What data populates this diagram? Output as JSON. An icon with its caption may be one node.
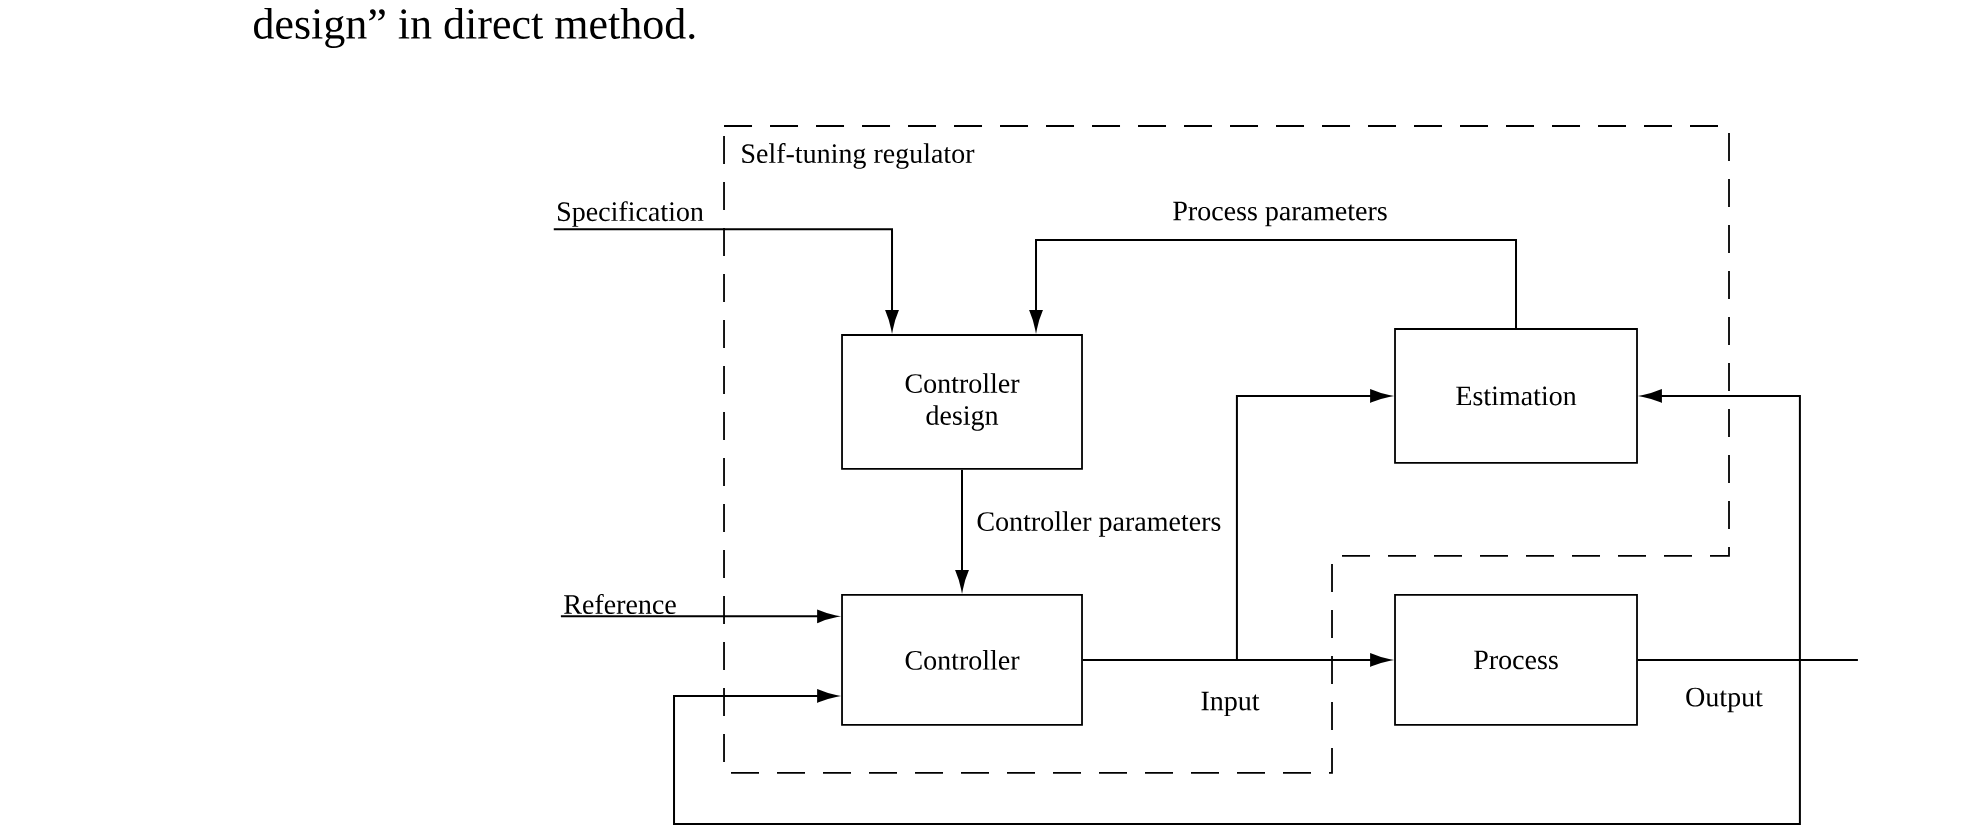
{
  "diagram": {
    "nodes": [
      {
        "text": [
          "Self-tuning regulator"
        ]
      },
      {
        "text": [
          "Controller design"
        ],
        "in": 0
      },
      {
        "text": [
          "Controller"
        ],
        "in": 0
      },
      {
        "text": [
          "Estimation"
        ],
        "in": 0
      },
      {
        "text": [
          "Process"
        ]
      },
      {
        "text": [
          "Specification"
        ]
      },
      {
        "text": [
          "Reference"
        ]
      }
    ],
    "edges": [
      {
        "from": 5,
        "to": 1,
        "arrow": "to"
      },
      {
        "from": 3,
        "to": 1,
        "arrow": "to",
        "label": "Process parameters"
      },
      {
        "from": 1,
        "to": 2,
        "arrow": "to",
        "label": "Controller parameters"
      },
      {
        "from": 6,
        "to": 2,
        "arrow": "to"
      },
      {
        "from": 2,
        "to": 4,
        "arrow": "to",
        "label": "Input"
      },
      {
        "from": 2,
        "to": 3,
        "arrow": "to"
      },
      {
        "from": 4,
        "to": null,
        "arrow": "none",
        "label": "Output"
      },
      {
        "from": 4,
        "to": 3,
        "arrow": "to"
      },
      {
        "from": 4,
        "to": 2,
        "arrow": "to"
      }
    ],
    "labels": [
      "design” in direct method."
    ]
  }
}
